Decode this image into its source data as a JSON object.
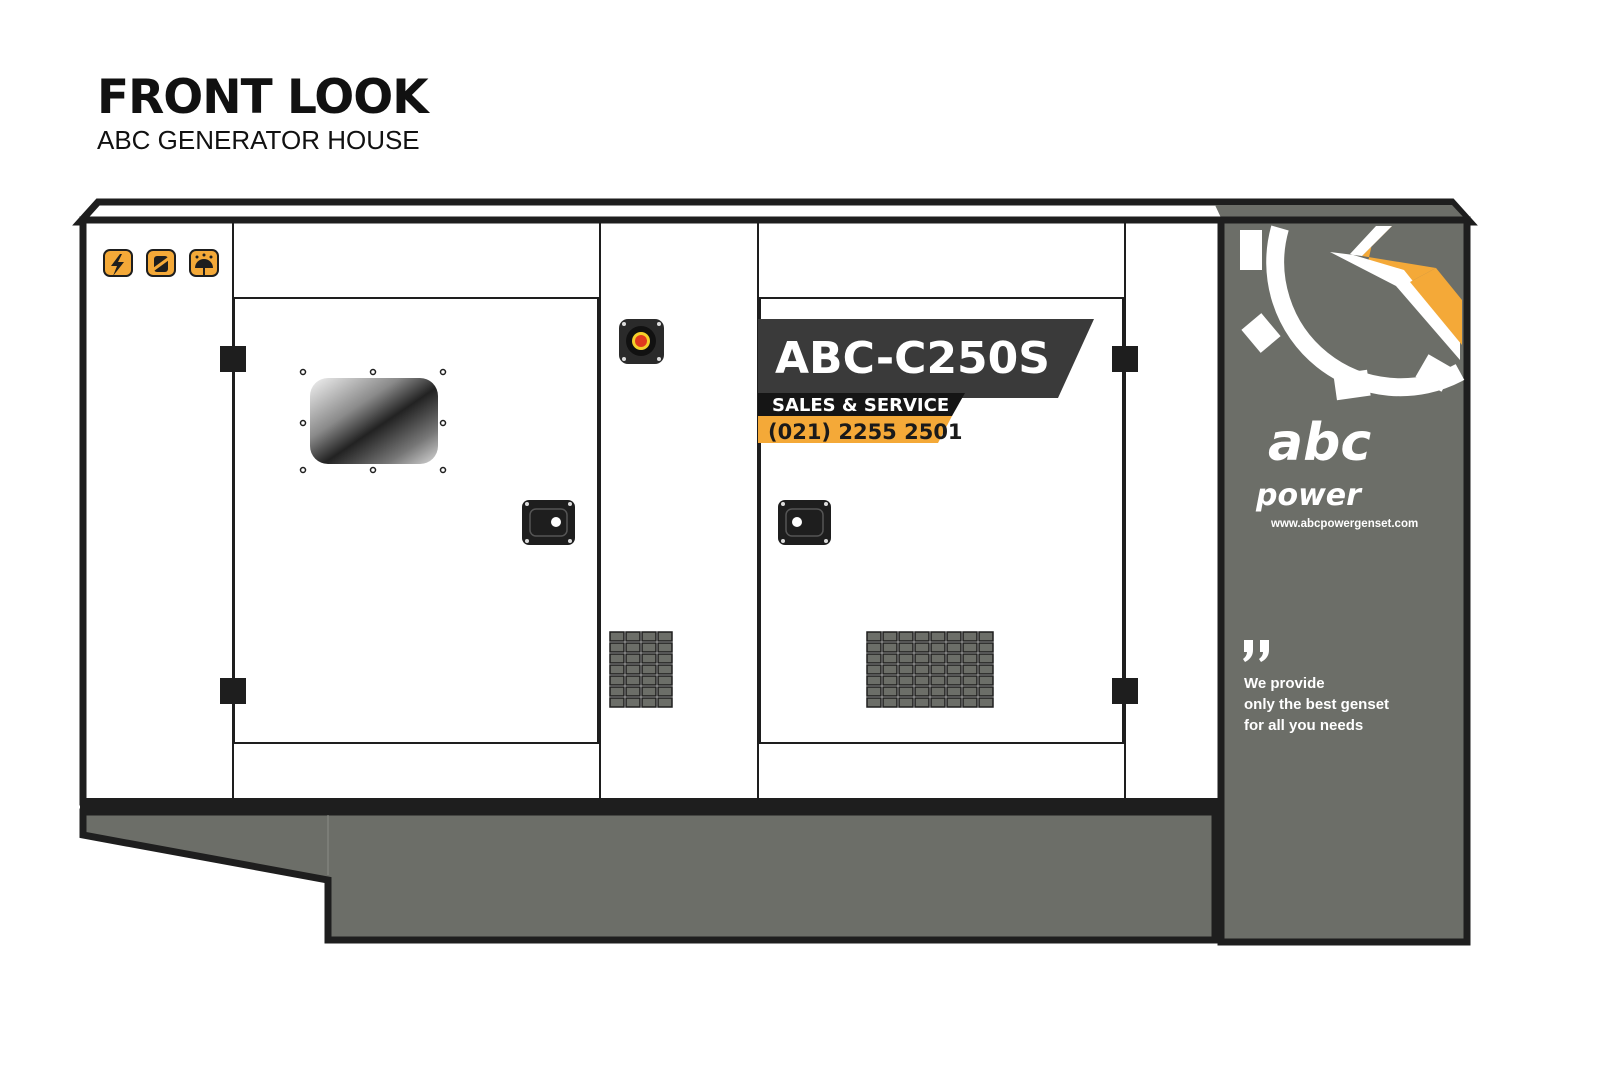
{
  "header": {
    "title": "FRONT LOOK",
    "subtitle": "ABC GENERATOR HOUSE"
  },
  "label": {
    "model": "ABC-C250S",
    "tagline": "SALES & SERVICE",
    "phone": "(021) 2255 2501"
  },
  "brand": {
    "logo_line1": "abc",
    "logo_line2": "power",
    "url": "www.abcpowergenset.com",
    "quote_lines": [
      "We provide",
      "only the best genset",
      "for all you needs"
    ]
  },
  "warning_icons": [
    "high-voltage-icon",
    "no-touch-hand-icon",
    "keep-dry-umbrella-icon"
  ],
  "colors": {
    "accent": "#F4A938",
    "panel_grey": "#6C6E68",
    "outline": "#1E1E1E",
    "label_dark": "#3A3A3A",
    "button_red": "#E03A1E",
    "button_ring": "#F5D02A"
  }
}
